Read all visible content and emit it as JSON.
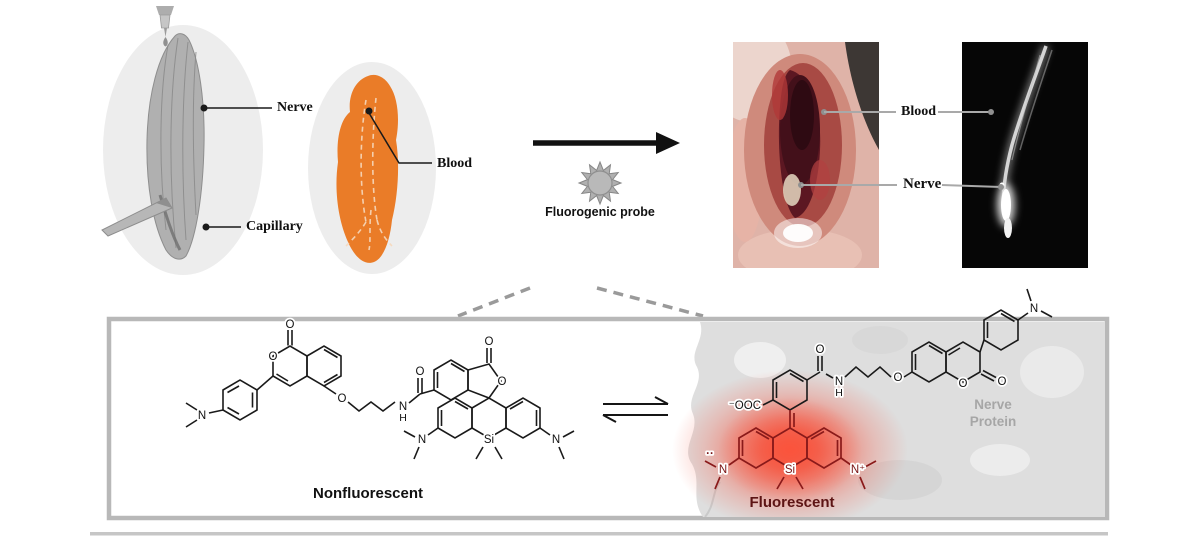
{
  "colors": {
    "blood_orange": "#EA7C28",
    "glow_red": "#F4533B",
    "box_border": "#B8B8B8",
    "protein_gray": "#DEDEDE",
    "muscle_gray": "#B0B0B0"
  },
  "dissection_panel": {
    "nerve_label": "Nerve",
    "capillary_label": "Capillary",
    "blood_label": "Blood"
  },
  "probe": {
    "label": "Fluorogenic probe"
  },
  "result_panel": {
    "blood_label": "Blood",
    "nerve_label": "Nerve"
  },
  "mechanism": {
    "nonfluorescent_label": "Nonfluorescent",
    "fluorescent_label": "Fluorescent",
    "protein_label_line1": "Nerve",
    "protein_label_line2": "Protein",
    "left_structure": {
      "n_dimethylamino": "N",
      "o_coumarin_carbonyl": "O",
      "o_coumarin_ring": "O",
      "o_ether": "O",
      "amide_n": "N",
      "amide_h": "H",
      "o_amide_carbonyl": "O",
      "o_lactone_carbonyl": "O",
      "o_lactone_ring": "O",
      "n_left_amine": "N",
      "si": "Si",
      "n_right_amine": "N"
    },
    "right_structure": {
      "carboxylate": "⁻OOC",
      "o_amide_carbonyl": "O",
      "amide_n": "N",
      "amide_h": "H",
      "o_ether": "O",
      "o_coumarin_ring": "O",
      "o_coumarin_carbonyl": "O",
      "n_dimethylamino": "N",
      "lone_pair": "··",
      "n_left_amine": "N",
      "si": "Si",
      "n_right_iminium": "N⁺"
    }
  }
}
